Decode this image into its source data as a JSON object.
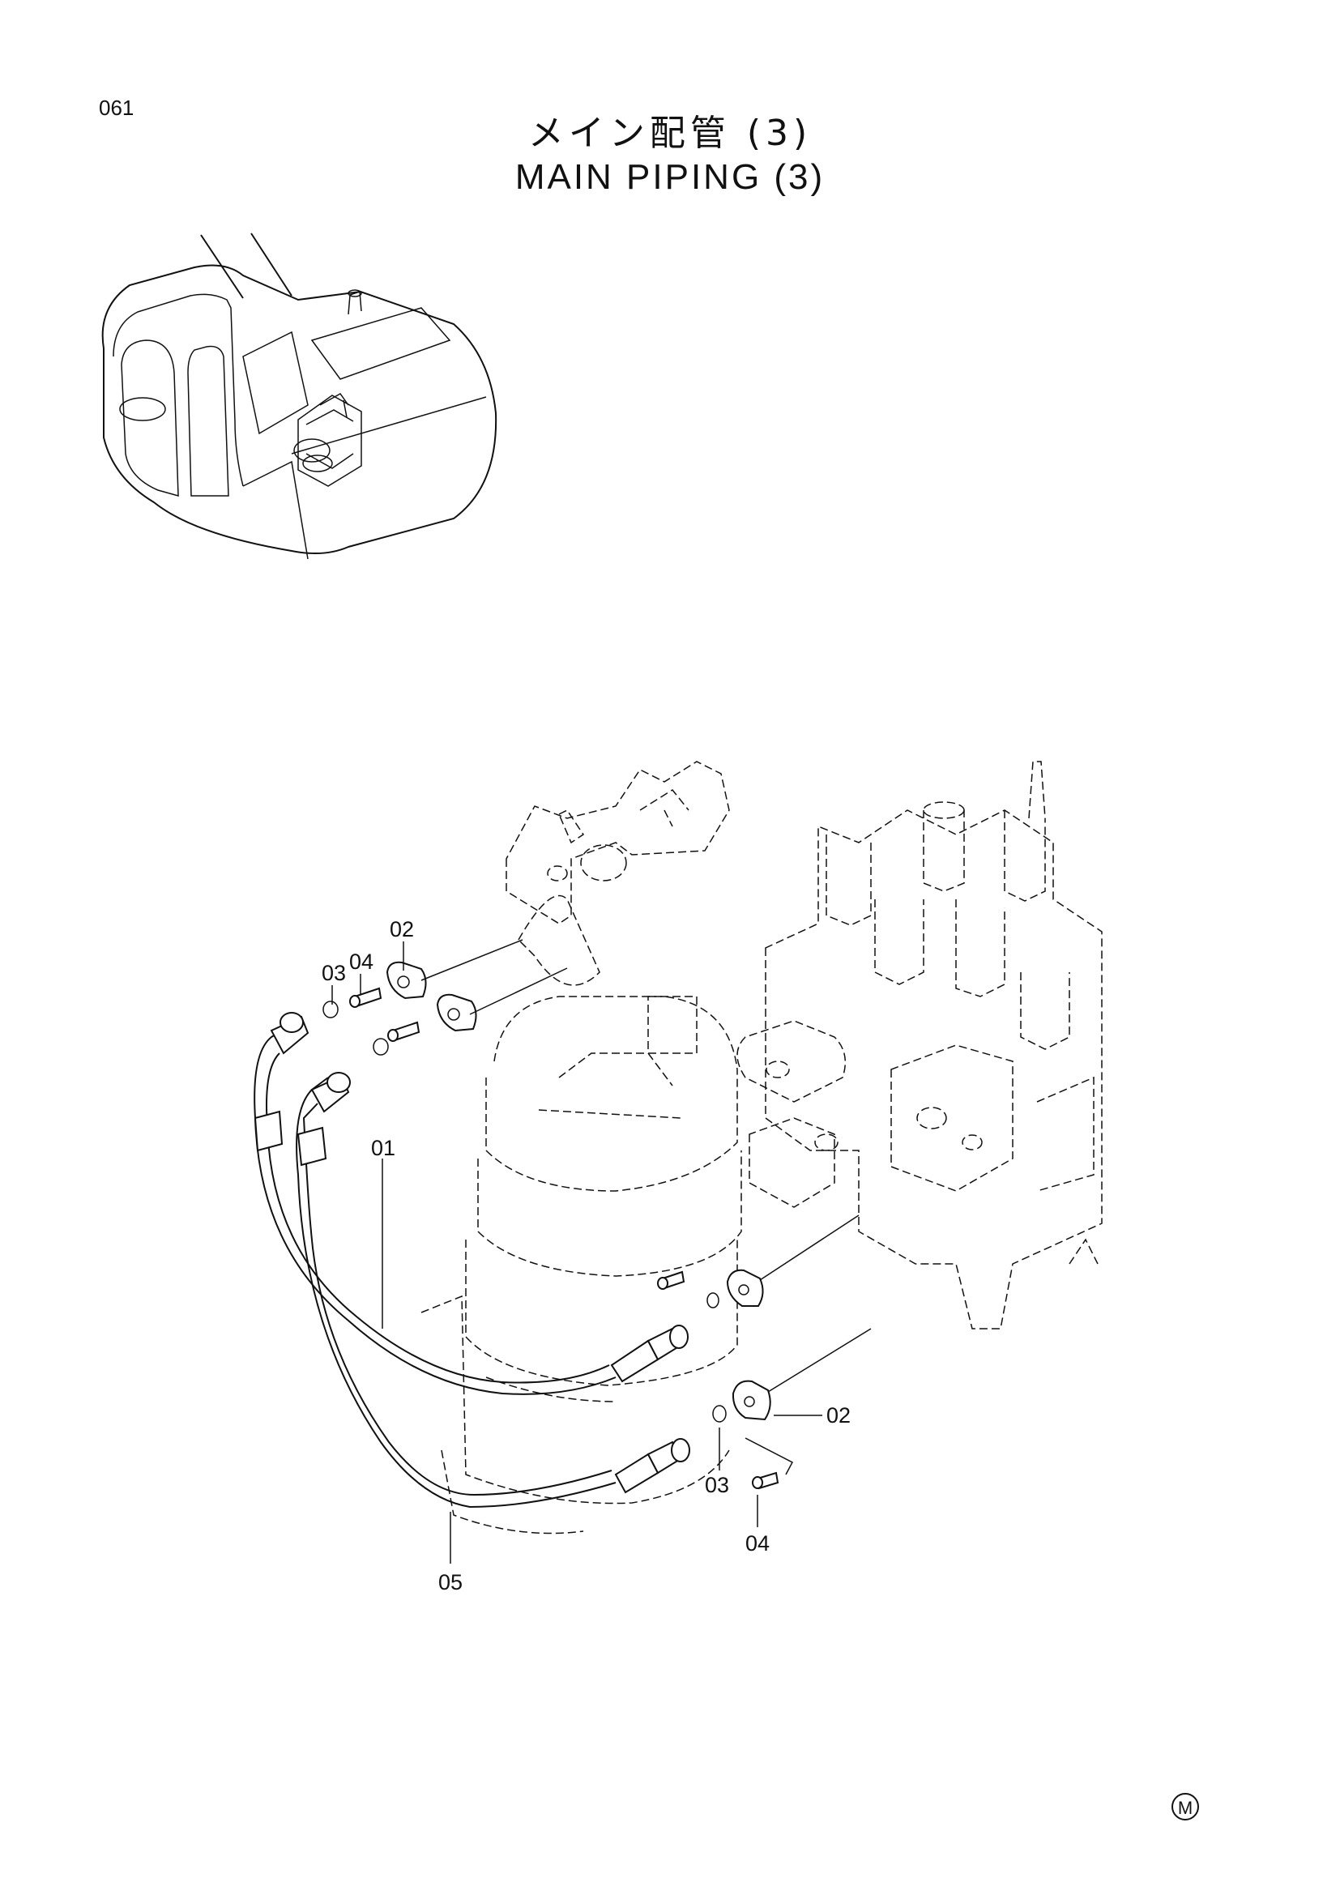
{
  "page": {
    "number": "061",
    "title_jp": "メイン配管 (3)",
    "title_en": "MAIN PIPING (3)",
    "corner_mark": "M"
  },
  "callouts": [
    {
      "id": "01",
      "part": "hose"
    },
    {
      "id": "02",
      "part": "flange"
    },
    {
      "id": "03",
      "part": "o-ring"
    },
    {
      "id": "04",
      "part": "bolt"
    },
    {
      "id": "05",
      "part": "hose"
    }
  ]
}
